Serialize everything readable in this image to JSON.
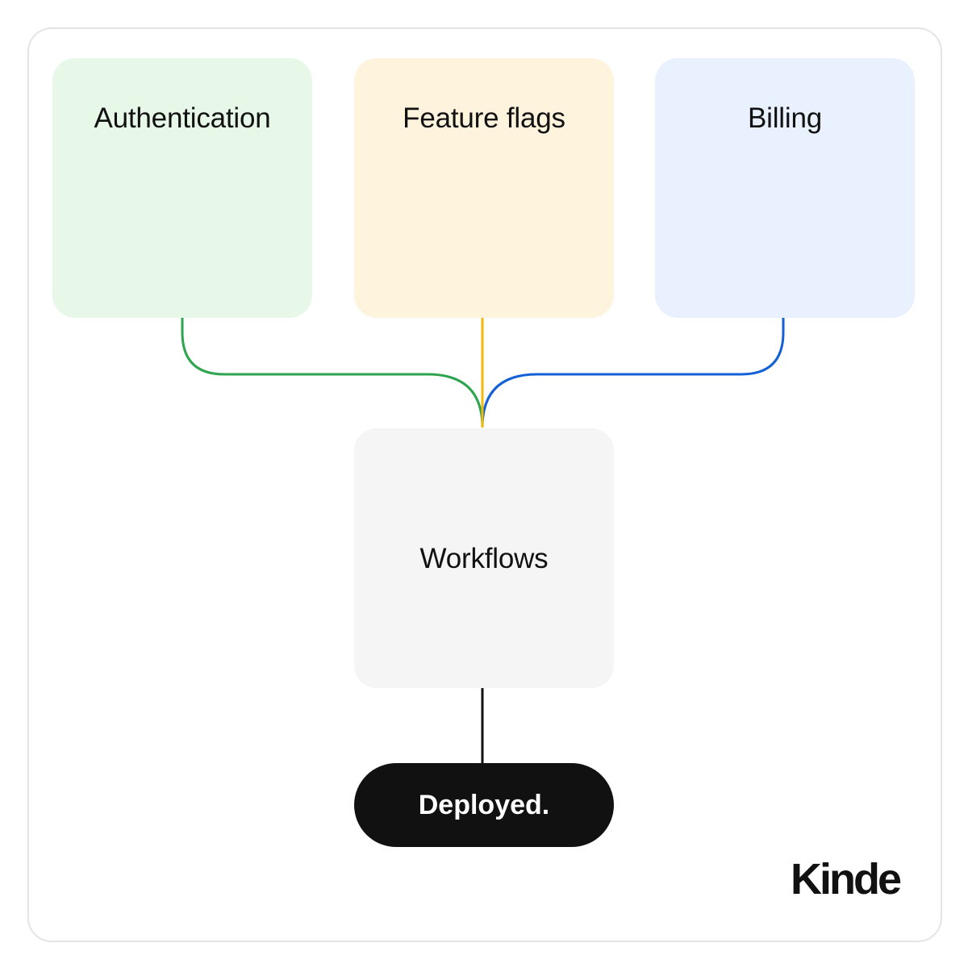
{
  "nodes": {
    "authentication": {
      "label": "Authentication",
      "color": "#e7f8e9",
      "line_color": "#2ea44f"
    },
    "feature_flags": {
      "label": "Feature flags",
      "color": "#fef4de",
      "line_color": "#f0b90b"
    },
    "billing": {
      "label": "Billing",
      "color": "#e8f1fd",
      "line_color": "#1460d6"
    },
    "workflows": {
      "label": "Workflows",
      "color": "#f5f5f5"
    },
    "deployed": {
      "label": "Deployed.",
      "color": "#111111"
    }
  },
  "edges": [
    {
      "from": "Authentication",
      "to": "Workflows"
    },
    {
      "from": "Feature flags",
      "to": "Workflows"
    },
    {
      "from": "Billing",
      "to": "Workflows"
    },
    {
      "from": "Workflows",
      "to": "Deployed."
    }
  ],
  "brand": {
    "logo_text": "Kinde"
  }
}
